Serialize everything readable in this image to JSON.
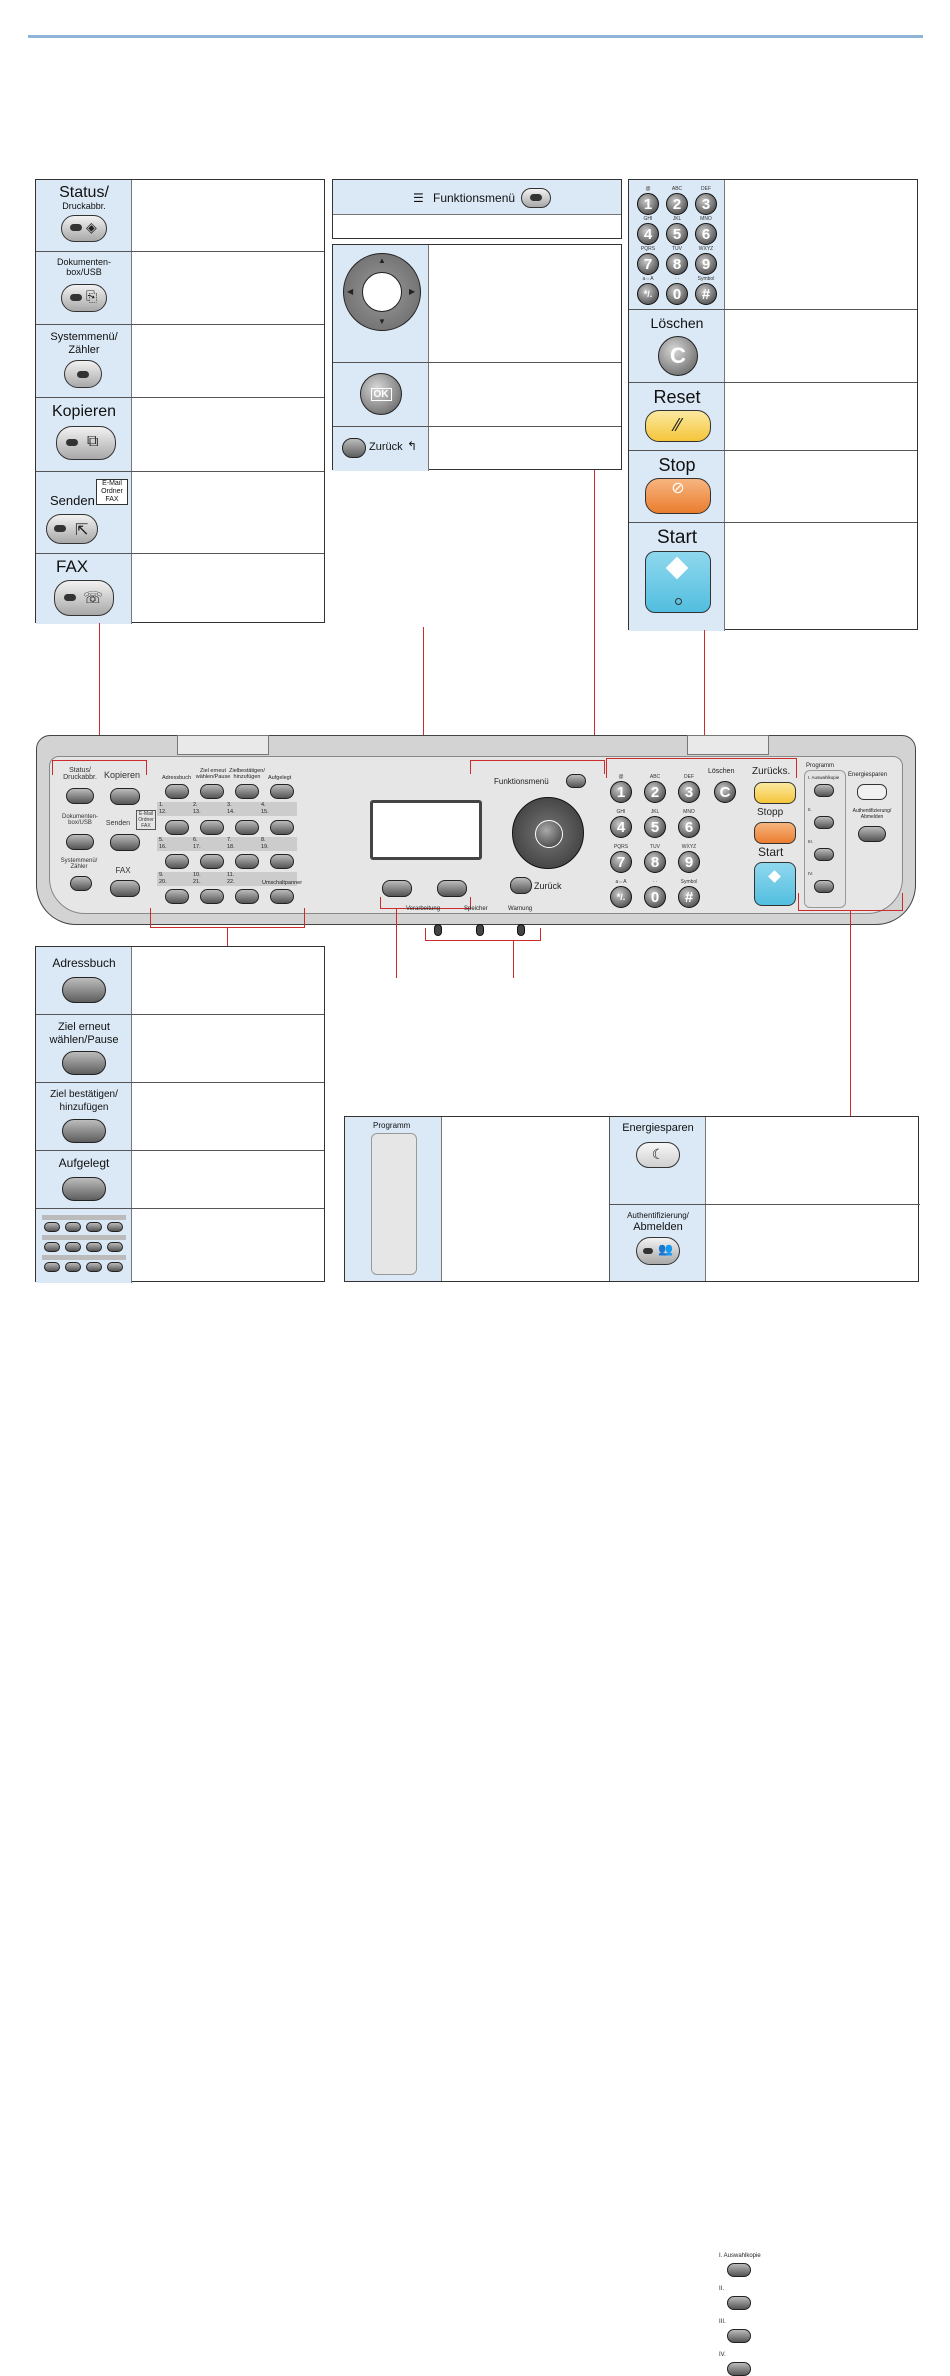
{
  "left_box": {
    "status_label_1": "Status/",
    "status_label_2": "Druckabbr.",
    "docbox_label": "Dokumenten-box/USB",
    "system_label": "Systemmenü/ Zähler",
    "copy_label": "Kopieren",
    "send_label": "Senden",
    "send_badge": "E-Mail Ordner FAX",
    "fax_label": "FAX"
  },
  "mid_box": {
    "menu_label": "Funktionsmenü",
    "back_label": "Zurück",
    "ok_label": "OK"
  },
  "right_box": {
    "clear_label": "Löschen",
    "reset_label": "Reset",
    "stop_label": "Stop",
    "start_label": "Start",
    "keys": [
      {
        "digit": "1",
        "sub": "@"
      },
      {
        "digit": "2",
        "sub": "ABC"
      },
      {
        "digit": "3",
        "sub": "DEF"
      },
      {
        "digit": "4",
        "sub": "GHI"
      },
      {
        "digit": "5",
        "sub": "JKL"
      },
      {
        "digit": "6",
        "sub": "MNO"
      },
      {
        "digit": "7",
        "sub": "PQRS"
      },
      {
        "digit": "8",
        "sub": "TUV"
      },
      {
        "digit": "9",
        "sub": "WXYZ"
      },
      {
        "digit": "*/.",
        "sub": "a⇔A"
      },
      {
        "digit": "0",
        "sub": "· ·"
      },
      {
        "digit": "#",
        "sub": "Symbol"
      }
    ]
  },
  "panel": {
    "status": "Status/ Druckabbr.",
    "copy": "Kopieren",
    "docbox": "Dokumenten- box/USB",
    "send": "Senden",
    "send_badge": "E-Mail Ordner FAX",
    "system": "Systemmenü/ Zähler",
    "fax": "FAX",
    "addr": "Adressbuch",
    "redial": "Ziel erneut wählen/Pause",
    "confirm": "Zielbestätigen/ hinzufügen",
    "onhook": "Aufgelegt",
    "onetouch_row1": [
      "1.",
      "2.",
      "3.",
      "4."
    ],
    "onetouch_row1b": [
      "12.",
      "13.",
      "14.",
      "15."
    ],
    "onetouch_row2": [
      "5.",
      "6.",
      "7.",
      "8."
    ],
    "onetouch_row2b": [
      "16.",
      "17.",
      "18.",
      "19."
    ],
    "onetouch_row3": [
      "9.",
      "10.",
      "11."
    ],
    "onetouch_row3b": [
      "20.",
      "21.",
      "22."
    ],
    "shift": "Umschaltpanner",
    "menu": "Funktionsmenü",
    "back": "Zurück",
    "clear": "Löschen",
    "reset": "Zurücks.",
    "stop": "Stopp",
    "start": "Start",
    "program": "Programm",
    "program_items": [
      "I. Auswahlkopie",
      "II.",
      "III.",
      "IV."
    ],
    "energy": "Energiesparen",
    "auth": "Authentifizierung/ Abmelden",
    "led_labels": [
      "Verarbeitung",
      "Speicher",
      "Warnung"
    ]
  },
  "bottom_left": {
    "addr": "Adressbuch",
    "redial": "Ziel erneut wählen/Pause",
    "confirm": "Ziel bestätigen/ hinzufügen",
    "onhook": "Aufgelegt"
  },
  "bottom_right": {
    "program": "Programm",
    "program_items": [
      "I. Auswahlkopie",
      "II.",
      "III.",
      "IV."
    ],
    "energy": "Energiesparen",
    "auth_1": "Authentifizierung/",
    "auth_2": "Abmelden"
  }
}
